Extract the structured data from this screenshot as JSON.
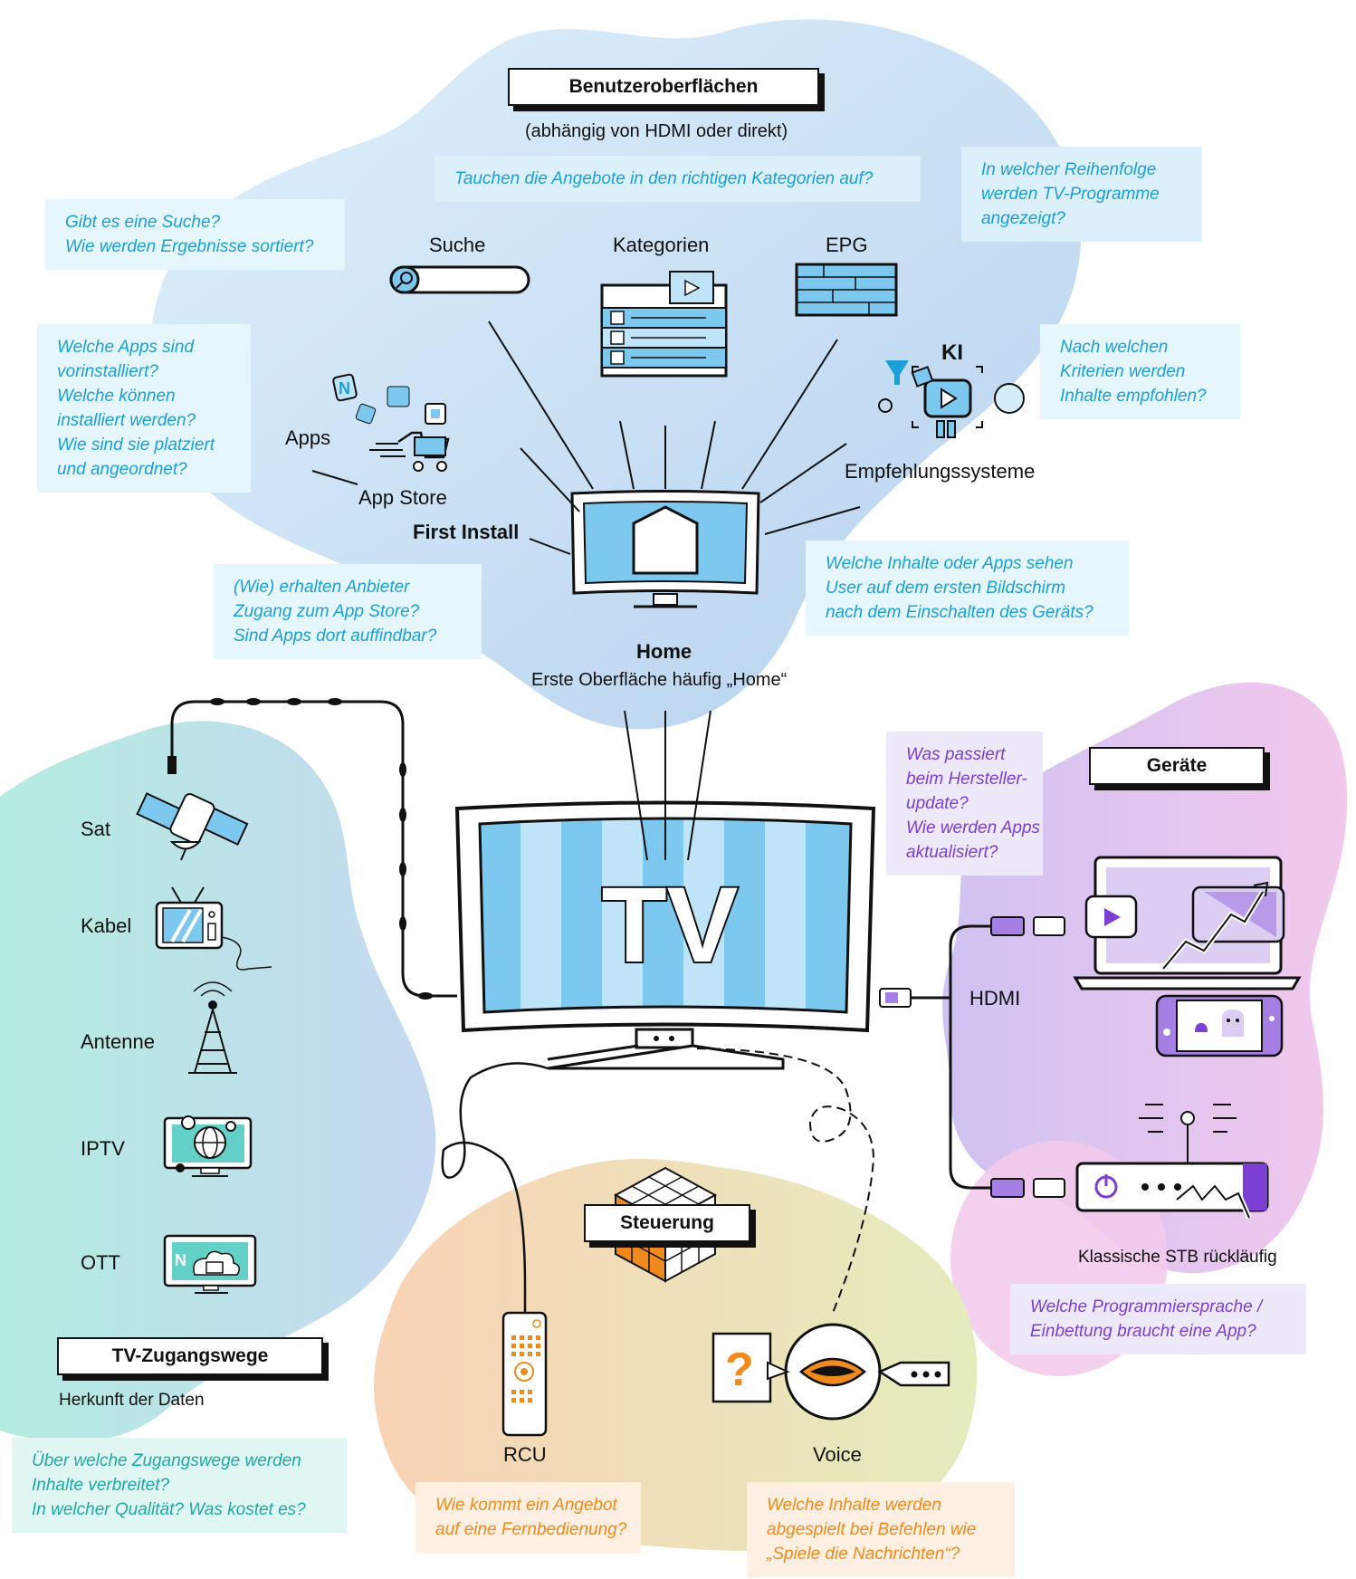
{
  "colors": {
    "blue_blob": "#cbe3f5",
    "teal_blob": "#bfe8e3",
    "purple_blob": "#dccdf2",
    "pink_blob": "#f3cdea",
    "orange_blob": "#f9dcbe",
    "green_blob": "#e6ecbf",
    "question_blue": "#1c9fd8",
    "question_teal": "#1fa9a4",
    "question_purple": "#7b3fd6",
    "question_orange": "#f08a1c",
    "screen_blue": "#7cc8ef"
  },
  "ui_section": {
    "title": "Benutzeroberflächen",
    "subtitle": "(abhängig von HDMI oder direkt)",
    "suche": "Suche",
    "kategorien": "Kategorien",
    "epg": "EPG",
    "ki": "KI",
    "empfehlung": "Empfehlungssysteme",
    "apps": "Apps",
    "app_store": "App Store",
    "first_install": "First Install",
    "home": "Home",
    "home_sub": "Erste Oberfläche häufig „Home“"
  },
  "questions": {
    "kategorien": [
      "Tauchen die Angebote in den richtigen Kategorien auf?"
    ],
    "epg": [
      "In welcher Reihenfolge",
      "werden TV-Programme",
      "angezeigt?"
    ],
    "suche": [
      "Gibt es eine Suche?",
      "Wie werden Ergebnisse sortiert?"
    ],
    "apps": [
      "Welche Apps sind",
      "vorinstalliert?",
      "Welche können",
      "installiert werden?",
      "Wie sind sie platziert",
      "und angeordnet?"
    ],
    "ki": [
      "Nach welchen",
      "Kriterien werden",
      "Inhalte empfohlen?"
    ],
    "app_store": [
      "(Wie) erhalten Anbieter",
      "Zugang zum App Store?",
      "Sind Apps dort auffindbar?"
    ],
    "home": [
      "Welche Inhalte oder Apps sehen",
      "User auf dem ersten Bildschirm",
      "nach dem Einschalten des Geräts?"
    ],
    "geraete": [
      "Was passiert",
      "beim Hersteller-",
      "update?",
      "Wie werden Apps",
      "aktualisiert?"
    ],
    "programmiersprache": [
      "Welche Programmiersprache /",
      "Einbettung braucht eine App?"
    ],
    "zugangswege": [
      "Über welche Zugangswege werden",
      "Inhalte verbreitet?",
      "In welcher Qualität? Was kostet es?"
    ],
    "fernbedienung": [
      "Wie kommt ein Angebot",
      "auf eine Fernbedienung?"
    ],
    "voice": [
      "Welche Inhalte werden",
      "abgespielt bei Befehlen wie",
      "„Spiele die Nachrichten“?"
    ]
  },
  "tv": {
    "label": "TV"
  },
  "access": {
    "title": "TV-Zugangswege",
    "subtitle": "Herkunft der Daten",
    "sat": "Sat",
    "kabel": "Kabel",
    "antenne": "Antenne",
    "iptv": "IPTV",
    "ott": "OTT"
  },
  "devices": {
    "title": "Geräte",
    "hdmi": "HDMI",
    "stb": "Klassische STB rückläufig"
  },
  "control": {
    "title": "Steuerung",
    "rcu": "RCU",
    "voice": "Voice"
  }
}
